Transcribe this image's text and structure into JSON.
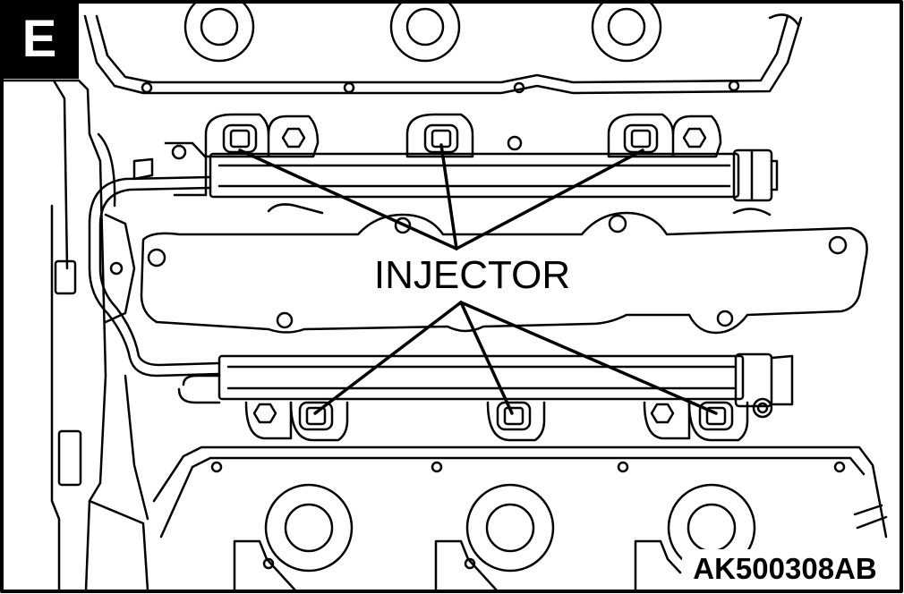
{
  "section": {
    "letter": "E"
  },
  "callout": {
    "label": "INJECTOR"
  },
  "figure": {
    "code": "AK500308AB"
  },
  "colors": {
    "ink": "#000000",
    "paper": "#ffffff",
    "badge": "#000000"
  }
}
